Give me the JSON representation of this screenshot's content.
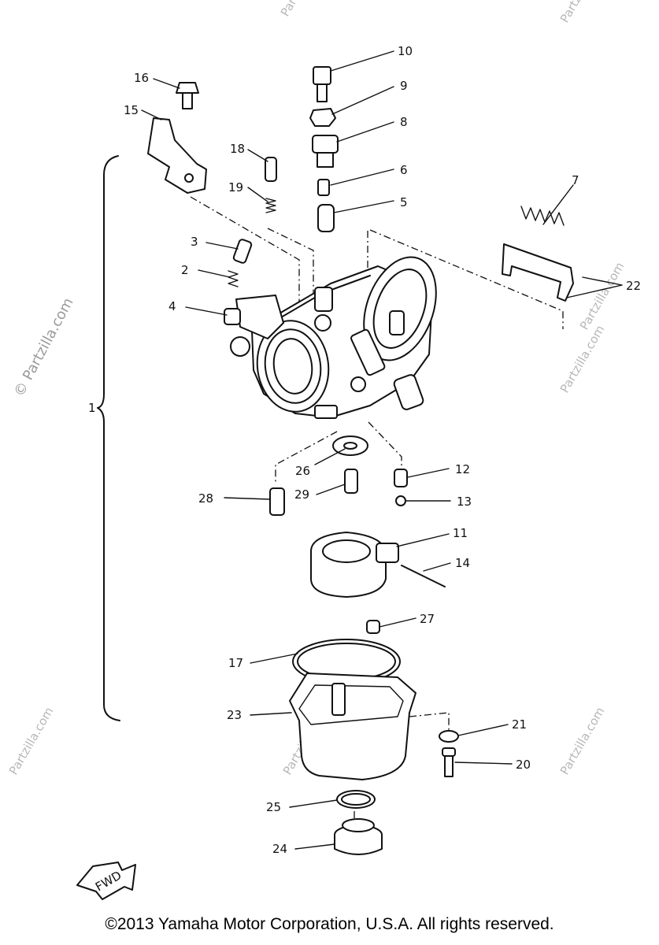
{
  "watermarks": {
    "side": "© Partzilla.com",
    "small": "Partzilla.com"
  },
  "callouts": [
    {
      "id": "c1",
      "label": "1"
    },
    {
      "id": "c2",
      "label": "2"
    },
    {
      "id": "c3",
      "label": "3"
    },
    {
      "id": "c4",
      "label": "4"
    },
    {
      "id": "c5",
      "label": "5"
    },
    {
      "id": "c6",
      "label": "6"
    },
    {
      "id": "c7",
      "label": "7"
    },
    {
      "id": "c8",
      "label": "8"
    },
    {
      "id": "c9",
      "label": "9"
    },
    {
      "id": "c10",
      "label": "10"
    },
    {
      "id": "c11",
      "label": "11"
    },
    {
      "id": "c12",
      "label": "12"
    },
    {
      "id": "c13",
      "label": "13"
    },
    {
      "id": "c14",
      "label": "14"
    },
    {
      "id": "c15",
      "label": "15"
    },
    {
      "id": "c16",
      "label": "16"
    },
    {
      "id": "c17",
      "label": "17"
    },
    {
      "id": "c18",
      "label": "18"
    },
    {
      "id": "c19",
      "label": "19"
    },
    {
      "id": "c20",
      "label": "20"
    },
    {
      "id": "c21",
      "label": "21"
    },
    {
      "id": "c22",
      "label": "22"
    },
    {
      "id": "c23",
      "label": "23"
    },
    {
      "id": "c24",
      "label": "24"
    },
    {
      "id": "c25",
      "label": "25"
    },
    {
      "id": "c26",
      "label": "26"
    },
    {
      "id": "c27",
      "label": "27"
    },
    {
      "id": "c28",
      "label": "28"
    },
    {
      "id": "c29",
      "label": "29"
    }
  ],
  "fwd_label": "FWD",
  "copyright": "©2013 Yamaha Motor Corporation, U.S.A. All rights reserved."
}
